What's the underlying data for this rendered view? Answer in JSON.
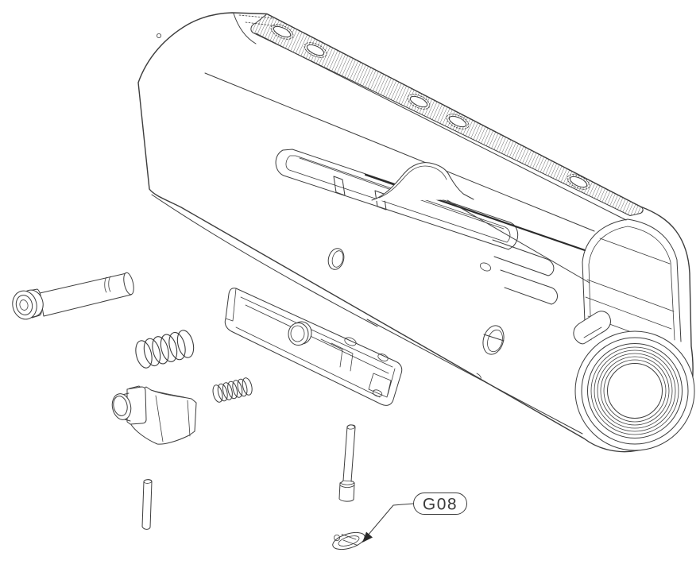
{
  "diagram": {
    "type": "exploded-parts-technical-drawing",
    "background": "#ffffff",
    "line_color": "#3d3d3d",
    "callout": {
      "label": "G08"
    },
    "parts": [
      "receiver-body",
      "pivot-pin",
      "large-coil-spring",
      "latch-lever",
      "small-coil-spring",
      "cover-rail-plate",
      "stepped-pin",
      "straight-pin",
      "retaining-clip"
    ]
  }
}
